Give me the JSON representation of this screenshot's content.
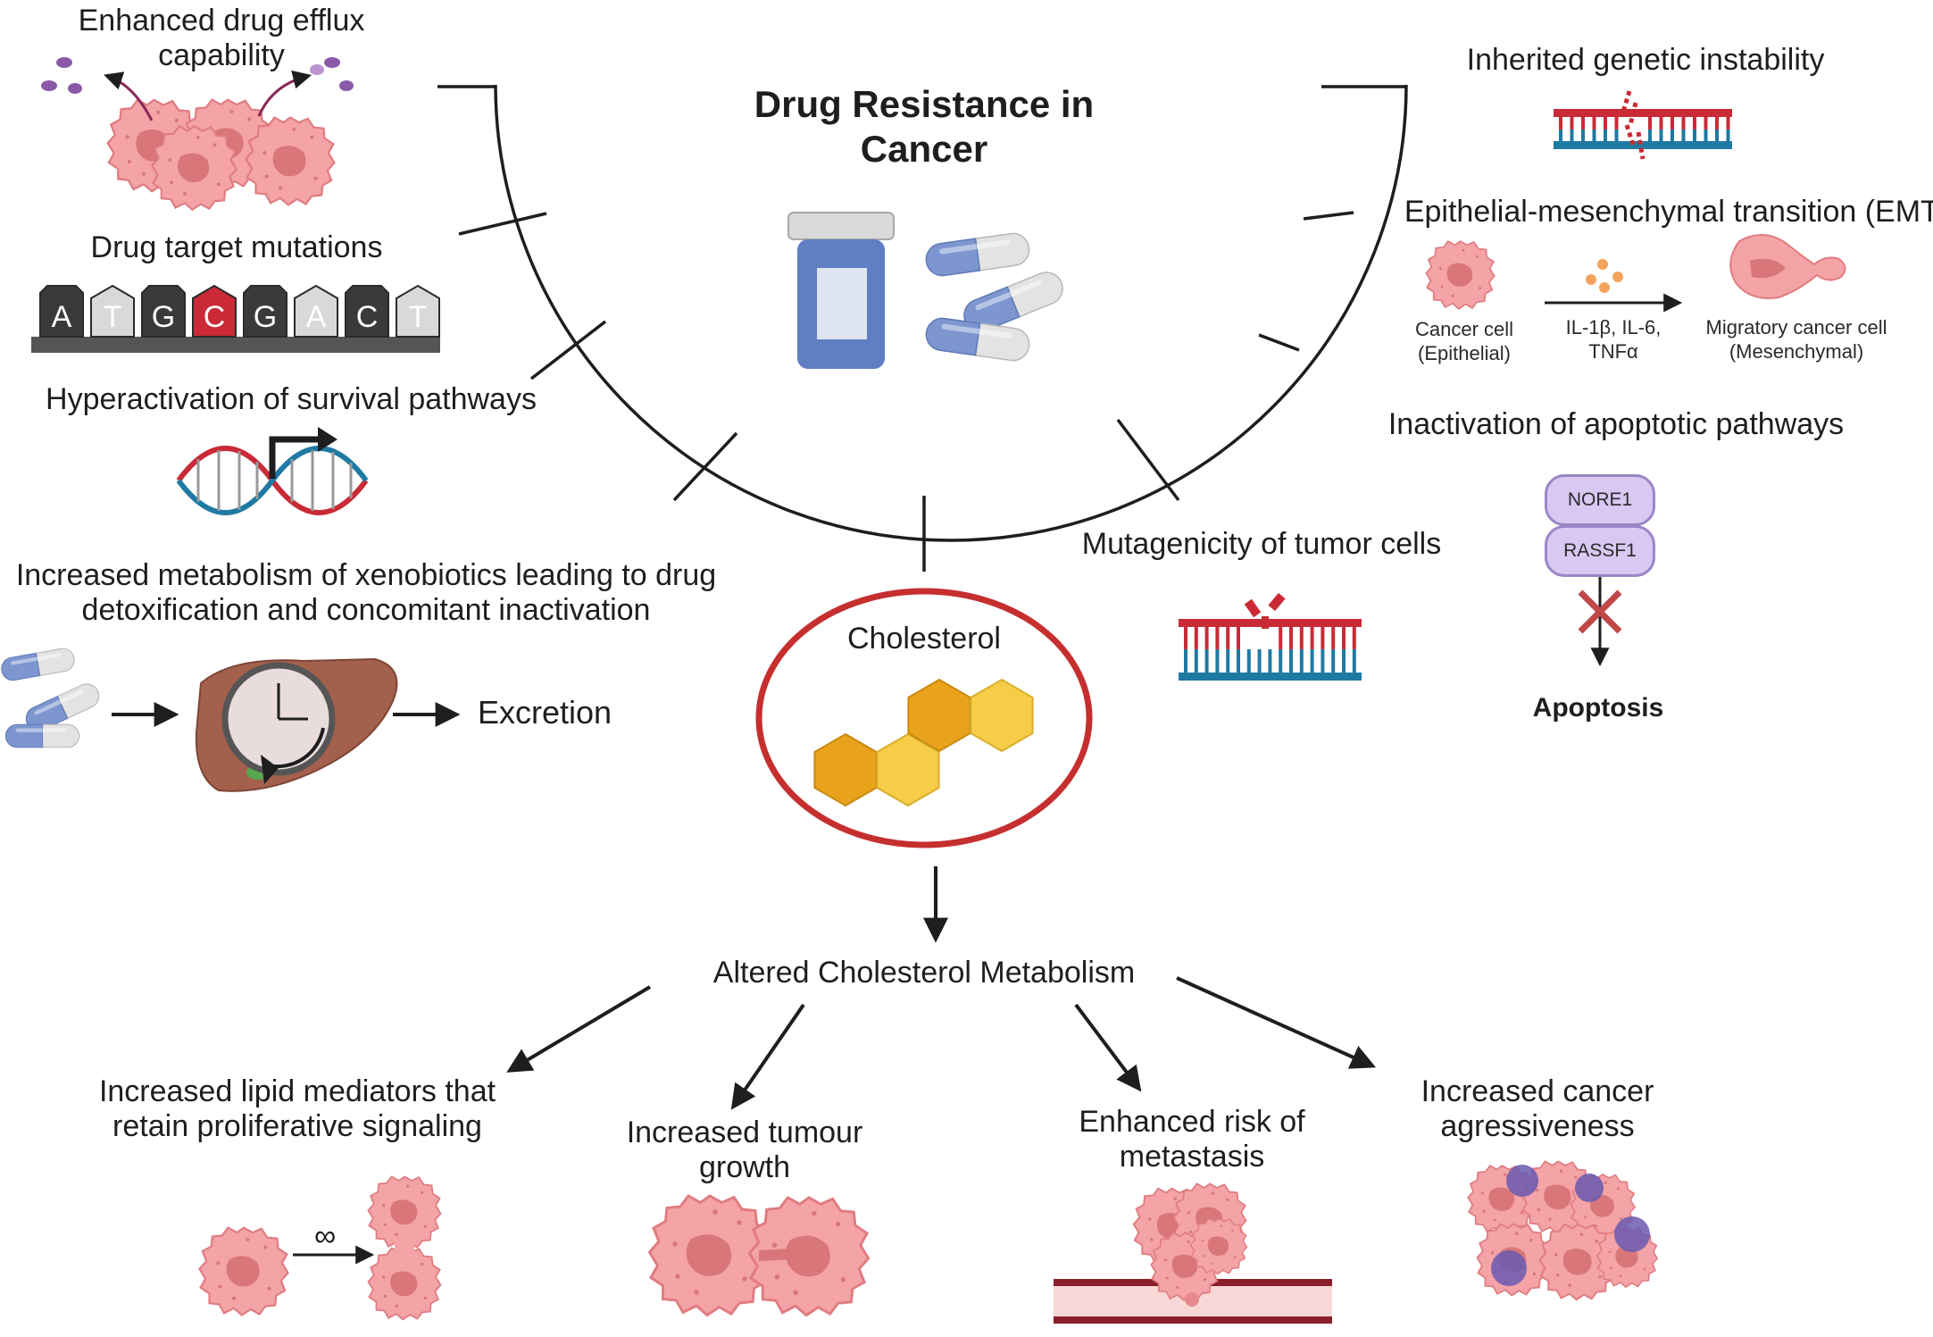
{
  "title": "Drug Resistance in Cancer",
  "center": {
    "circle_label": "Cholesterol",
    "outcome": "Altered Cholesterol Metabolism"
  },
  "left_mechanisms": {
    "efflux": "Enhanced drug efflux capability",
    "target_mutations": "Drug target mutations",
    "dna_bases": [
      "A",
      "T",
      "G",
      "C",
      "G",
      "A",
      "C",
      "T"
    ],
    "survival_pathways": "Hyperactivation of survival pathways",
    "metabolism": "Increased metabolism of xenobiotics leading to drug detoxification and concomitant inactivation",
    "excretion": "Excretion"
  },
  "right_mechanisms": {
    "genetic_instability": "Inherited genetic instability",
    "emt": "Epithelial-mesenchymal transition (EMT)",
    "emt_cell_left": "Cancer cell (Epithelial)",
    "emt_cytokines": "IL-1β, IL-6, TNFα",
    "emt_cell_right": "Migratory cancer cell (Mesenchymal)",
    "apoptotic": "Inactivation of apoptotic pathways",
    "protein_top": "NORE1",
    "protein_bottom": "RASSF1",
    "apoptosis": "Apoptosis",
    "mutagenicity": "Mutagenicity of tumor cells"
  },
  "outcomes": {
    "lipid": "Increased lipid mediators that retain proliferative signaling",
    "lipid_symbol": "∞",
    "growth": "Increased tumour growth",
    "metastasis": "Enhanced risk of metastasis",
    "aggressiveness": "Increased cancer agressiveness"
  },
  "colors": {
    "line": "#1e1e1e",
    "cell_fill": "#f4a3a6",
    "nucleus": "#d8767a",
    "pill_blue": "#7d96cf",
    "pill_white": "#e3e3e3",
    "circle_ring": "#c62f2f",
    "hex_dark": "#e8a21c",
    "hex_light": "#f7cc47",
    "dna_red": "#c92a36",
    "dna_blue": "#1f7aa3",
    "protein": "#d8c8f2",
    "x_mark": "#c04848"
  },
  "icons": [
    "cancer-cell-icon",
    "pill-capsule-icon",
    "medicine-bottle-icon",
    "dna-helix-icon",
    "liver-icon",
    "clock-icon",
    "hexagon-molecule-icon",
    "blood-vessel-icon"
  ]
}
